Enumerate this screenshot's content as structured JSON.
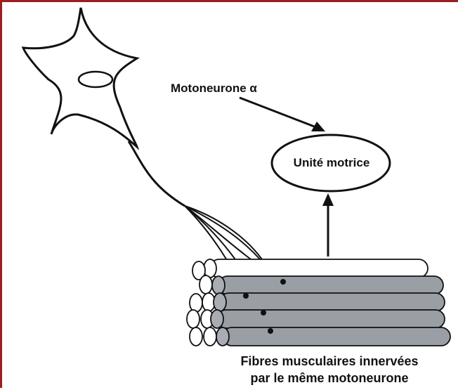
{
  "labels": {
    "neuron": "Motoneurone α",
    "motor_unit": "Unité motrice",
    "caption_line1": "Fibres musculaires innervées",
    "caption_line2": "par le même motoneurone"
  },
  "colors": {
    "frame": "#9b1f1f",
    "ink": "#111111",
    "fiber_fill": "#9a9fa6",
    "fiber_white": "#ffffff"
  }
}
